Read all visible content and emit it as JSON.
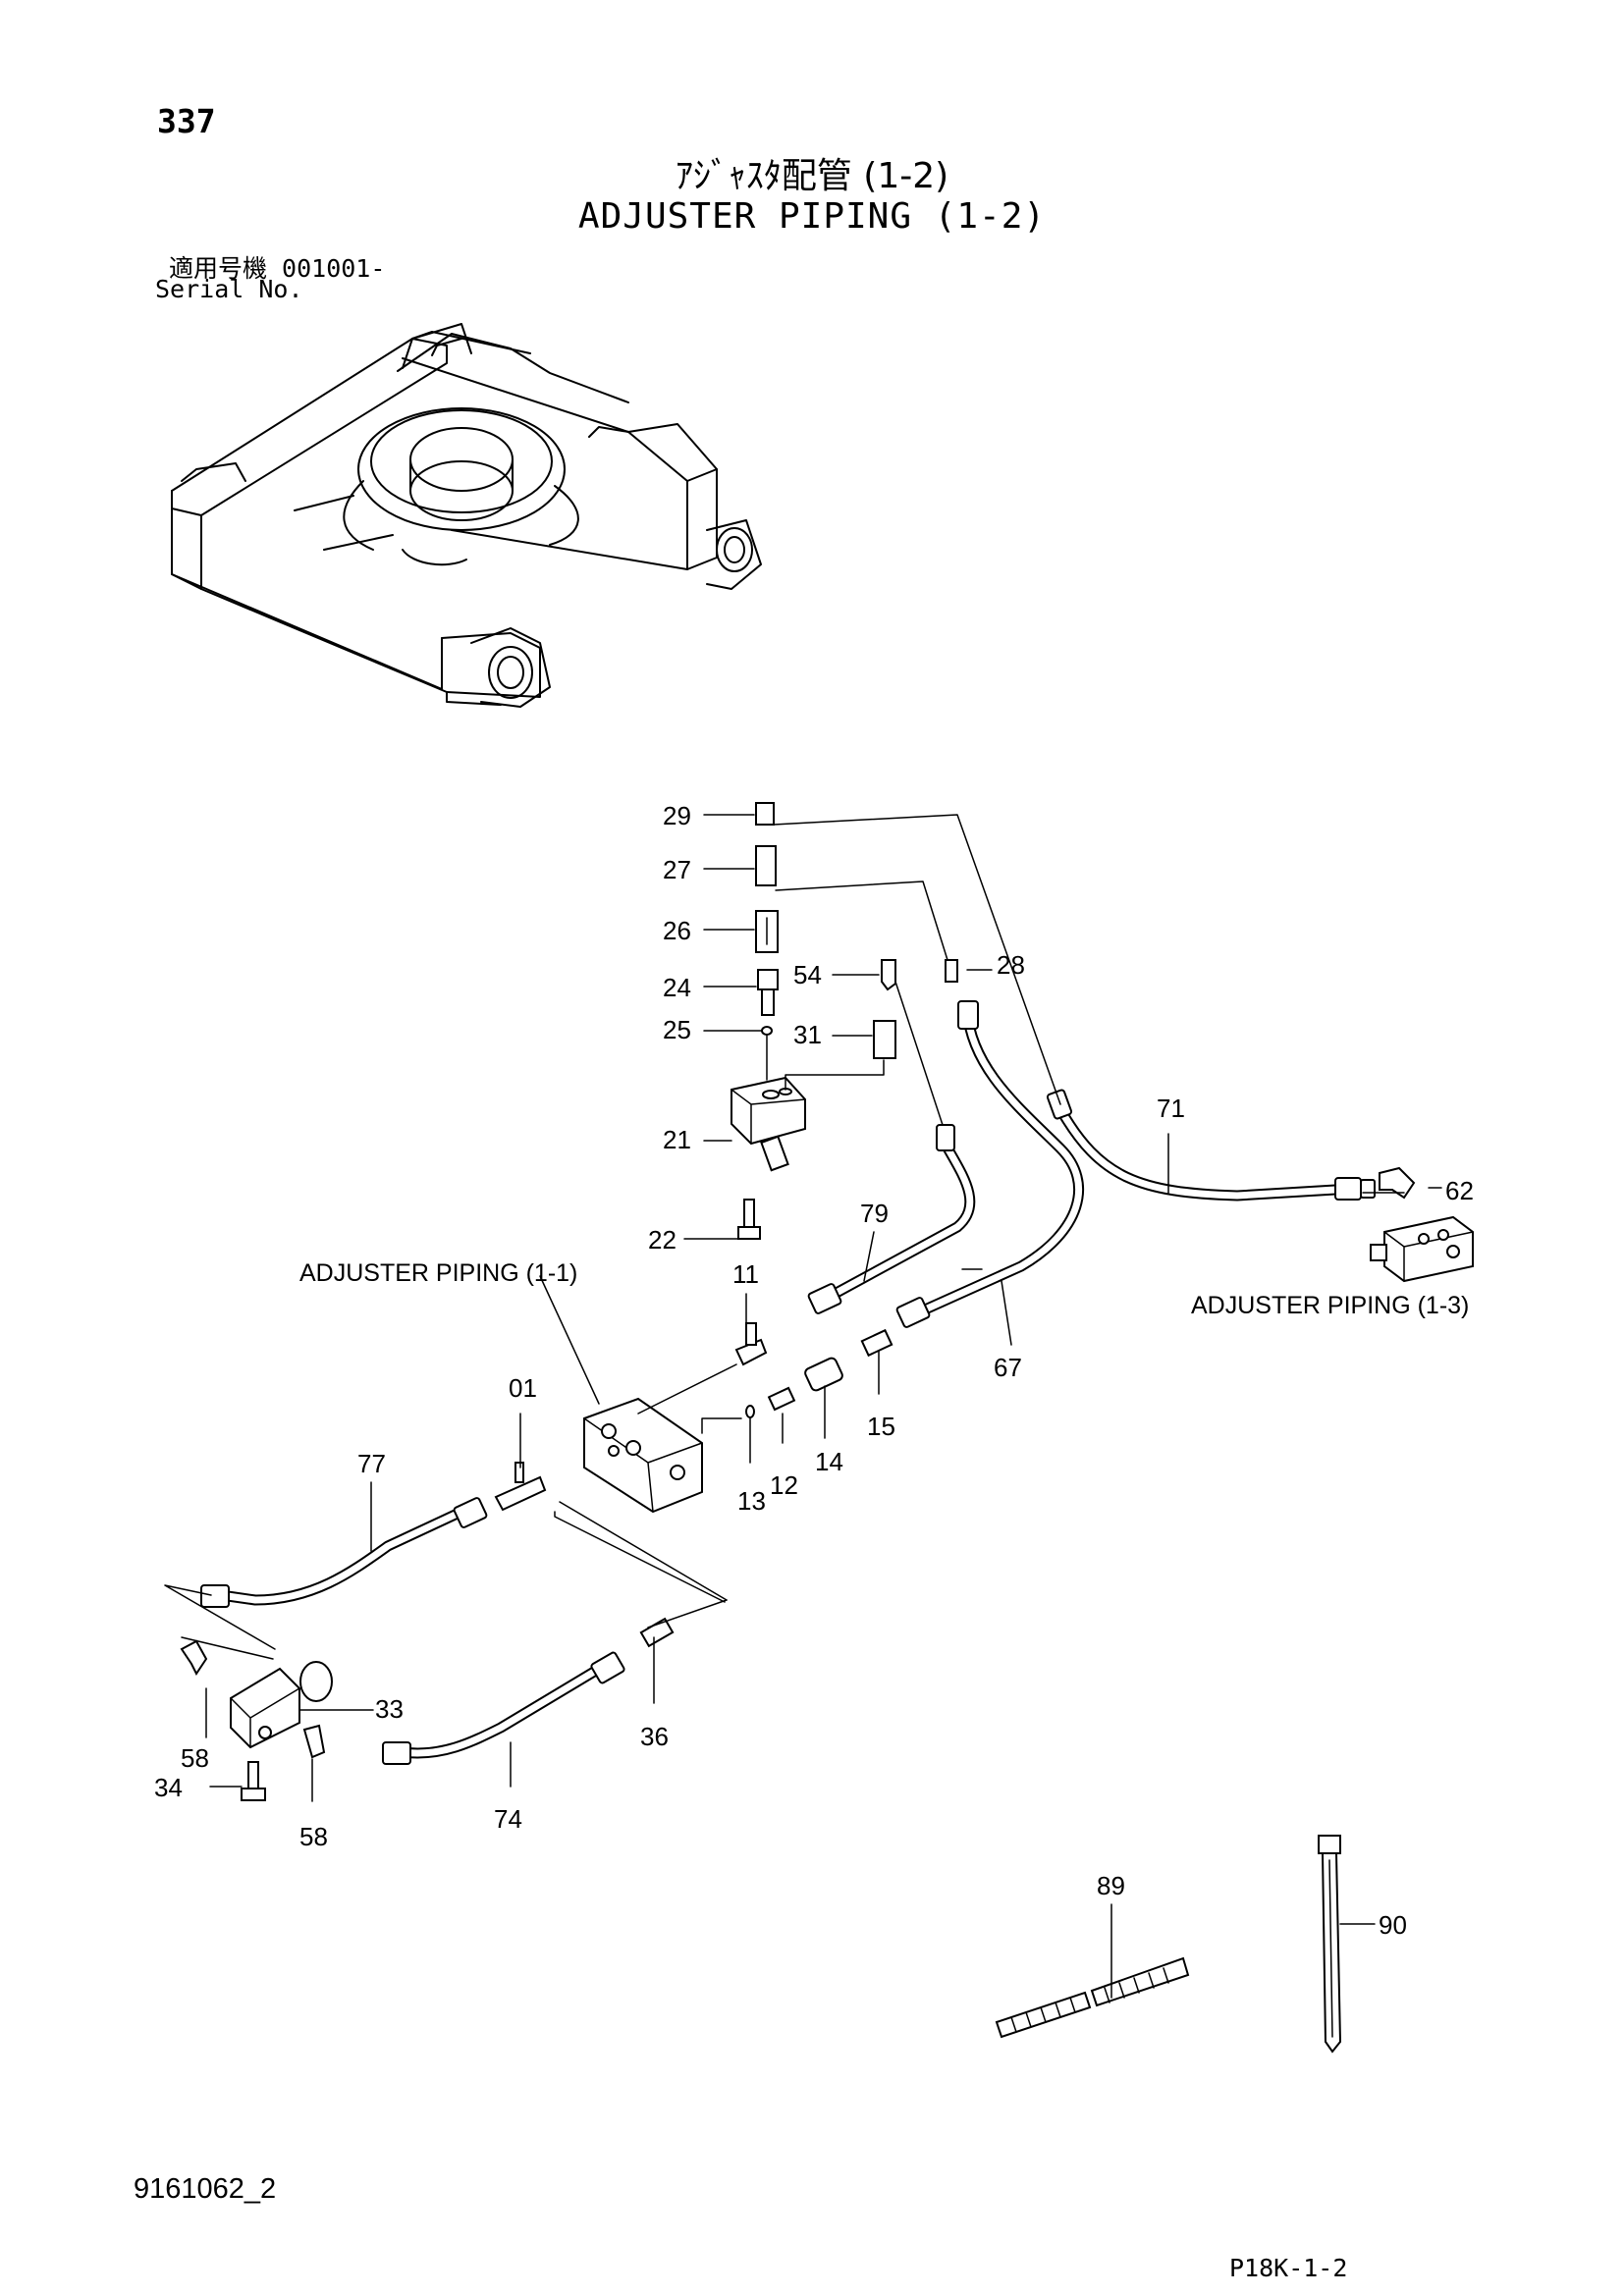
{
  "header": {
    "page_number": "337",
    "title_jp": "ｱｼﾞｬｽﾀ配管 (1-2)",
    "title_en": "ADJUSTER PIPING (1-2)",
    "serial_label_jp": "適用号機  001001-",
    "serial_label_en": "Serial No."
  },
  "callouts": {
    "c01": "01",
    "c11": "11",
    "c12": "12",
    "c13": "13",
    "c14": "14",
    "c15": "15",
    "c21": "21",
    "c22": "22",
    "c24": "24",
    "c25": "25",
    "c26": "26",
    "c27": "27",
    "c28": "28",
    "c29": "29",
    "c31": "31",
    "c33": "33",
    "c34": "34",
    "c36": "36",
    "c54": "54",
    "c58a": "58",
    "c58b": "58",
    "c62": "62",
    "c67": "67",
    "c71": "71",
    "c74": "74",
    "c77": "77",
    "c79": "79",
    "c89": "89",
    "c90": "90"
  },
  "references": {
    "piping_1_1": "ADJUSTER PIPING (1-1)",
    "piping_1_3": "ADJUSTER PIPING (1-3)"
  },
  "footer": {
    "drawing_code": "9161062_2",
    "page_code": "P18K-1-2"
  }
}
